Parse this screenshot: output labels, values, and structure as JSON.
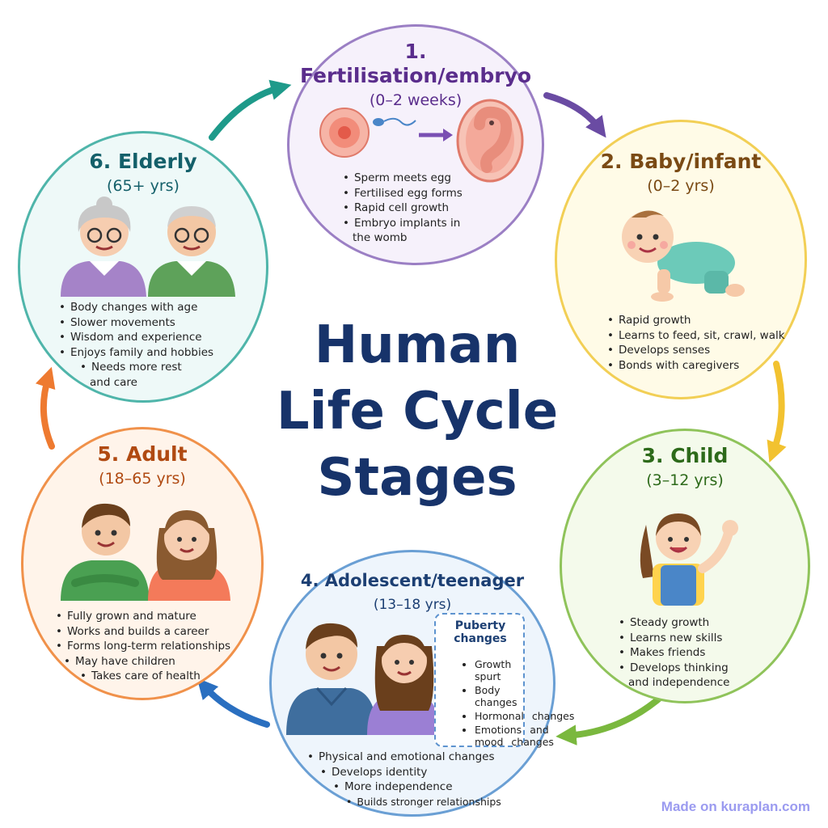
{
  "title_lines": [
    "Human",
    "Life Cycle",
    "Stages"
  ],
  "stages": [
    {
      "title": "1. Fertilisation/embryo",
      "range": "(0–2 weeks)",
      "bullets": [
        "Sperm meets egg",
        "Fertilised egg forms",
        "Rapid cell growth",
        "Embryo implants in",
        "the womb"
      ]
    },
    {
      "title": "2. Baby/infant",
      "range": "(0–2 yrs)",
      "bullets": [
        "Rapid growth",
        "Learns to feed, sit, crawl, walk",
        "Develops senses",
        "Bonds with caregivers"
      ]
    },
    {
      "title": "3. Child",
      "range": "(3–12 yrs)",
      "bullets": [
        "Steady growth",
        "Learns new skills",
        "Makes friends",
        "Develops thinking",
        "and independence"
      ]
    },
    {
      "title": "4. Adolescent/teenager",
      "range": "(13–18 yrs)",
      "bullets": [
        "Physical and emotional changes",
        "Develops identity",
        "More independence",
        "Builds stronger relationships"
      ]
    },
    {
      "title": "5. Adult",
      "range": "(18–65 yrs)",
      "bullets": [
        "Fully grown and mature",
        "Works and builds a career",
        "Forms long-term relationships",
        "May have children",
        "Takes care of health"
      ]
    },
    {
      "title": "6. Elderly",
      "range": "(65+ yrs)",
      "bullets": [
        "Body changes with age",
        "Slower movements",
        "Wisdom and experience",
        "Enjoys family and hobbies",
        "Needs more rest",
        "and care"
      ]
    }
  ],
  "puberty": {
    "title_lines": [
      "Puberty",
      "changes"
    ],
    "items": [
      "Growth spurt",
      "Body changes",
      "Hormonal",
      "changes",
      "Emotions",
      "and mood",
      "changes"
    ]
  },
  "credit": "Made on kuraplan.com",
  "colors": {
    "fertilisation": "#9b7fc4",
    "baby": "#f2cf55",
    "child": "#8fc35a",
    "adolescent": "#6a9fd4",
    "adult": "#f0914a",
    "elderly": "#4fb5aa",
    "title": "#17336a"
  },
  "icons": [
    "egg-cell-icon",
    "sperm-icon",
    "embryo-icon",
    "crawling-baby-icon",
    "waving-girl-icon",
    "teenage-boy-icon",
    "teenage-girl-icon",
    "adult-man-icon",
    "adult-woman-icon",
    "elderly-woman-icon",
    "elderly-man-icon"
  ]
}
